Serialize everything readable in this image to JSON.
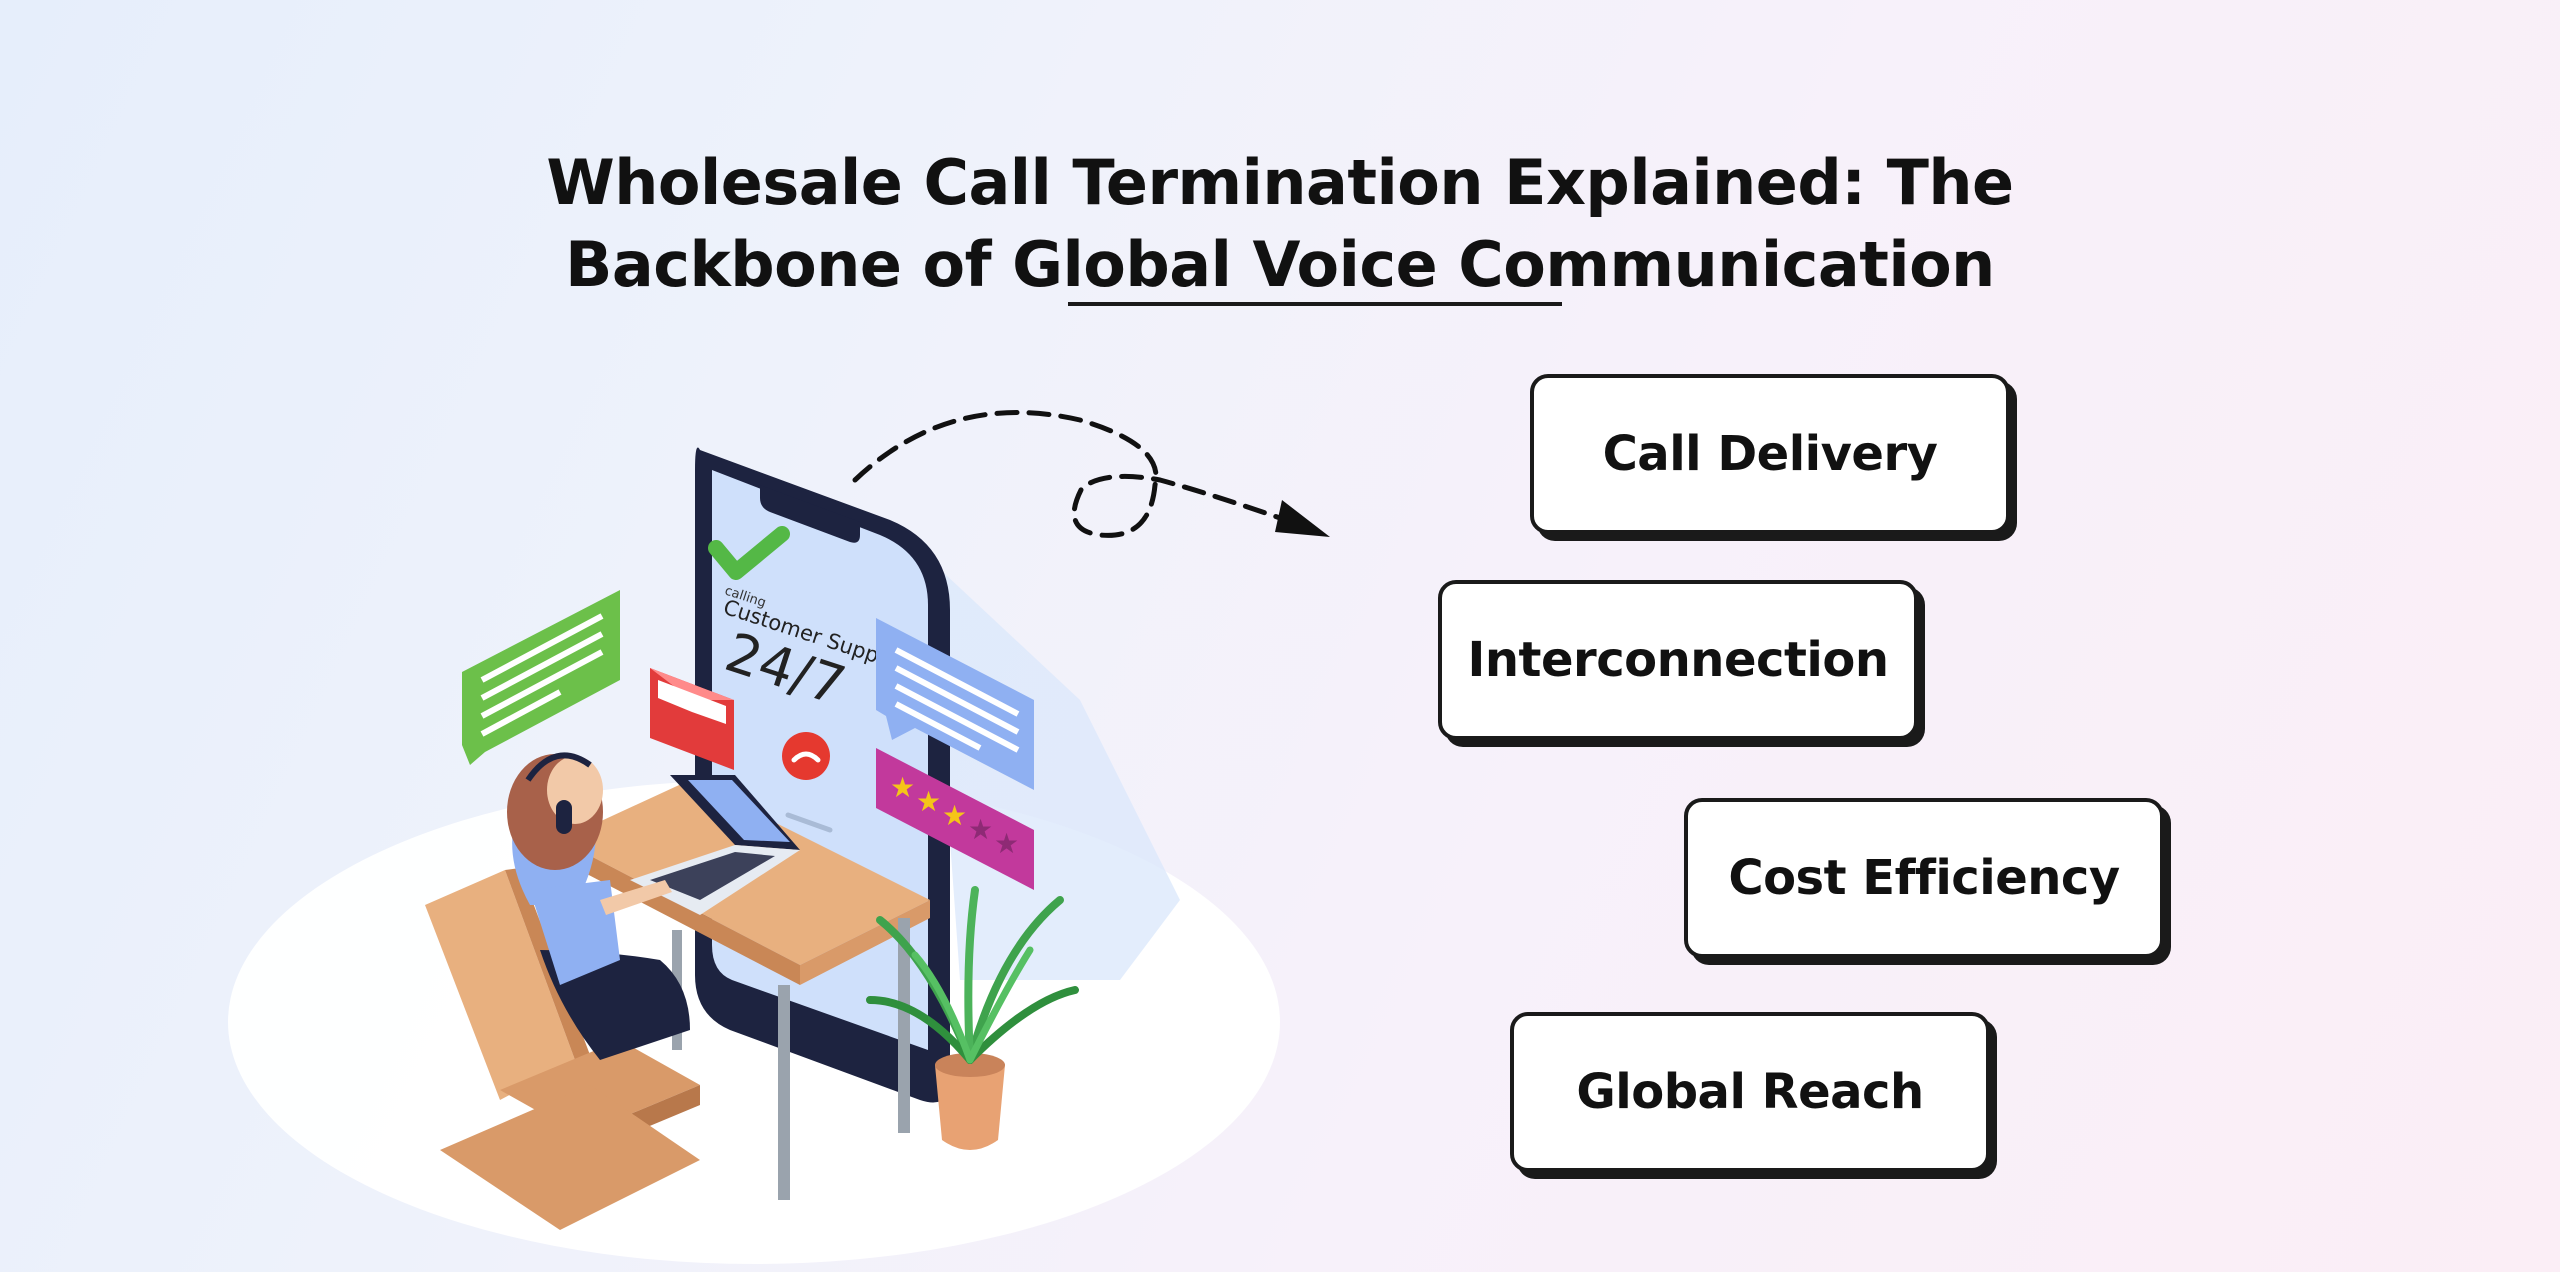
{
  "page": {
    "title_line1": "Wholesale Call Termination Explained: The",
    "title_line2": "Backbone of Global Voice Communication"
  },
  "illustration": {
    "phone_brand": "calling",
    "phone_heading": "Customer Support",
    "phone_hours": "24/7",
    "rating_stars_filled": 3,
    "rating_stars_total": 5
  },
  "features": [
    {
      "label": "Call Delivery"
    },
    {
      "label": "Interconnection"
    },
    {
      "label": "Cost Efficiency"
    },
    {
      "label": "Global Reach"
    }
  ],
  "colors": {
    "background_start": "#e6eefb",
    "background_end": "#fbeef6",
    "card_border": "#1a1a1a",
    "card_fill": "#ffffff",
    "chat_green": "#6cc04a",
    "chat_blue": "#8fb0f2",
    "mail_red": "#e23b3b",
    "call_red": "#e5392f",
    "rating_magenta": "#c2399c",
    "star_yellow": "#f5c518",
    "desk_tan": "#e8b07f",
    "phone_frame": "#1d2340",
    "phone_screen": "#cfe0fb"
  }
}
